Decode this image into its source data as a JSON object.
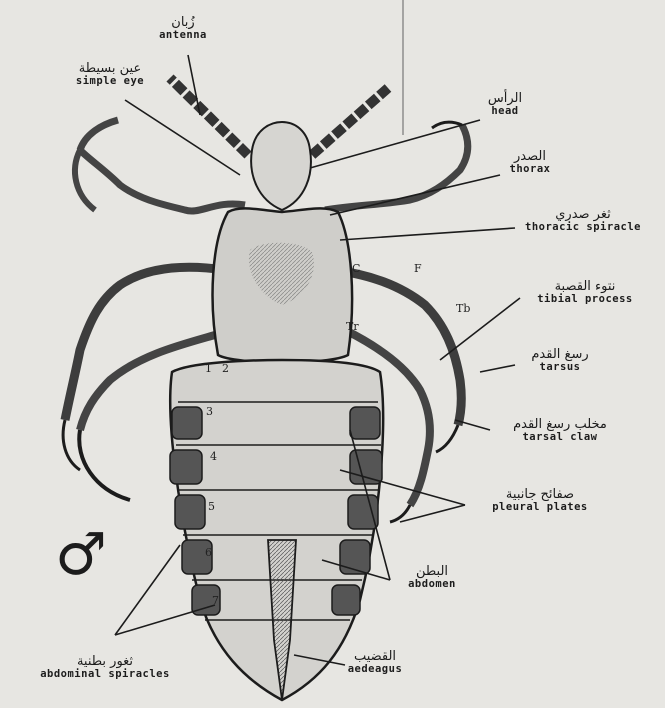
{
  "diagram": {
    "labels": {
      "antenna": {
        "ar": "زُبان",
        "en": "antenna"
      },
      "simple_eye": {
        "ar": "عين بسيطة",
        "en": "simple eye"
      },
      "head": {
        "ar": "الرأس",
        "en": "head"
      },
      "thorax": {
        "ar": "الصدر",
        "en": "thorax"
      },
      "thoracic_spiracle": {
        "ar": "ثغر صدري",
        "en": "thoracic spiracle"
      },
      "tibial_process": {
        "ar": "نتوء القصبة",
        "en": "tibial process"
      },
      "tarsus": {
        "ar": "رسغ القدم",
        "en": "tarsus"
      },
      "tarsal_claw": {
        "ar": "مخلب رسغ القدم",
        "en": "tarsal claw"
      },
      "pleural_plates": {
        "ar": "صفائح جانبية",
        "en": "pleural plates"
      },
      "abdomen": {
        "ar": "البطن",
        "en": "abdomen"
      },
      "aedeagus": {
        "ar": "القضيب",
        "en": "aedeagus"
      },
      "abdominal_spiracles": {
        "ar": "ثغور بطنية",
        "en": "abdominal spiracles"
      }
    },
    "leg_letters": {
      "coxa": "C",
      "femur": "F",
      "tibia": "Tb",
      "trochanter": "Tr"
    },
    "segment_numbers": [
      "1",
      "2",
      "3",
      "4",
      "5",
      "6",
      "7"
    ],
    "male_symbol": "♂",
    "colors": {
      "ink": "#1c1c1c",
      "paper": "#e7e6e2",
      "shade": "#9a9a96"
    }
  }
}
